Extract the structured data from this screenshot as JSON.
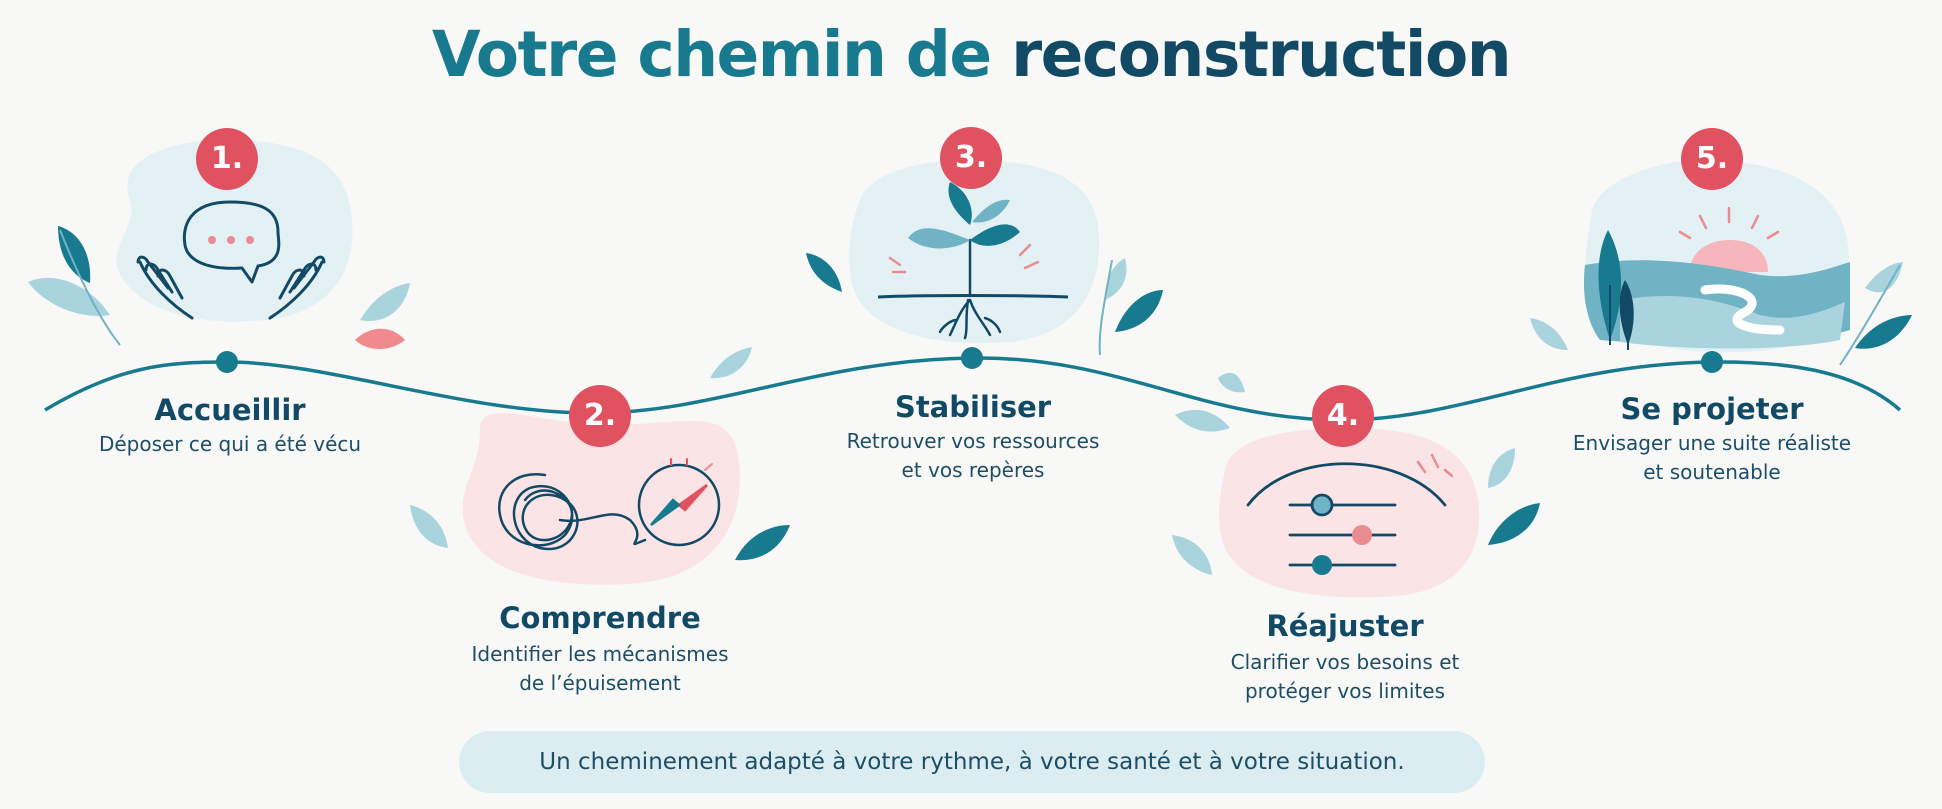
{
  "title": {
    "part1": "Votre chemin de",
    "part2": "reconstruction"
  },
  "steps": [
    {
      "number": "1.",
      "title": "Accueillir",
      "desc_line1": "Déposer ce qui a été vécu",
      "desc_line2": ""
    },
    {
      "number": "2.",
      "title": "Comprendre",
      "desc_line1": "Identifier les mécanismes",
      "desc_line2": "de l’épuisement"
    },
    {
      "number": "3.",
      "title": "Stabiliser",
      "desc_line1": "Retrouver vos ressources",
      "desc_line2": "et vos repères"
    },
    {
      "number": "4.",
      "title": "Réajuster",
      "desc_line1": "Clarifier vos besoins et",
      "desc_line2": "protéger vos limites"
    },
    {
      "number": "5.",
      "title": "Se projeter",
      "desc_line1": "Envisager une suite réaliste",
      "desc_line2": "et soutenable"
    }
  ],
  "footer": "Un cheminement adapté à votre rythme, à votre santé et à votre situation.",
  "colors": {
    "teal_dark": "#124a66",
    "teal": "#177a8f",
    "teal_light": "#6fb3c4",
    "teal_pale": "#a9d3dd",
    "coral": "#e05260",
    "pink_bg": "#fbe4e6",
    "blue_bg": "#e3f1f5"
  },
  "icons": [
    "speech-bubble-hands-icon",
    "tangle-compass-icon",
    "sprout-roots-icon",
    "sliders-arc-icon",
    "sunrise-landscape-icon"
  ]
}
